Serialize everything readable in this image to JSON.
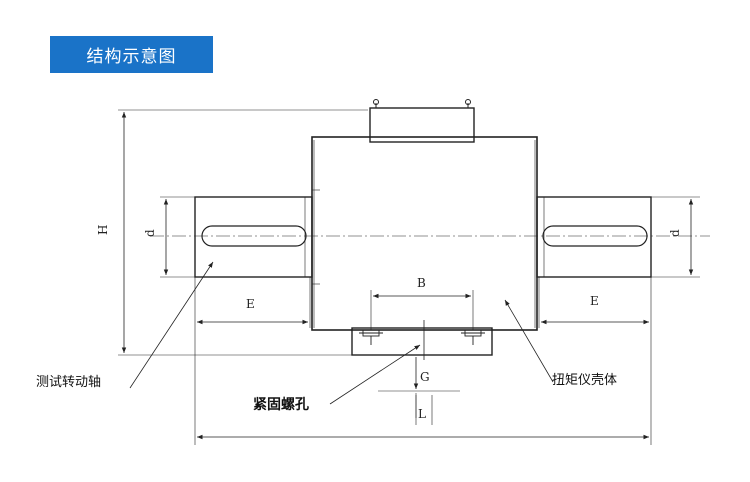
{
  "header": {
    "title": "结构示意图"
  },
  "dimensions": {
    "H": "H",
    "d_left": "d",
    "d_right": "d",
    "E_left": "E",
    "E_right": "E",
    "B": "B",
    "G": "G",
    "L": "L"
  },
  "callouts": {
    "shaft": "测试转动轴",
    "mount_hole": "紧固螺孔",
    "housing": "扭矩仪壳体"
  },
  "colors": {
    "badge": "#1a73c8",
    "line": "#222222"
  }
}
